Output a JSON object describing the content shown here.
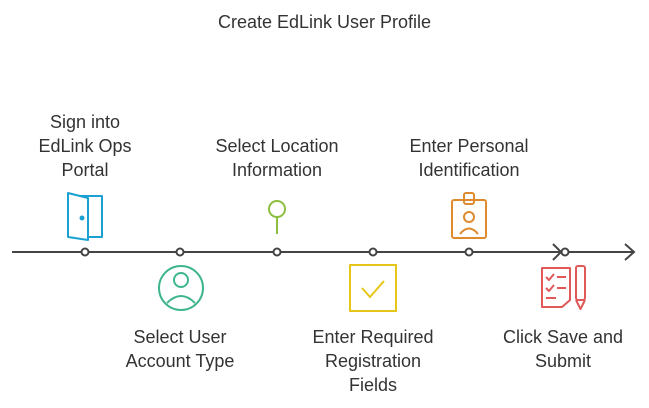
{
  "title": "Create EdLink User Profile",
  "steps": [
    {
      "label": "Sign into\nEdLink Ops\nPortal",
      "icon": "door-icon",
      "color": "#1aa1d1"
    },
    {
      "label": "Select User\nAccount Type",
      "icon": "user-icon",
      "color": "#3fb58f"
    },
    {
      "label": "Select Location\nInformation",
      "icon": "location-pin-icon",
      "color": "#8cbf3f"
    },
    {
      "label": "Enter Required\nRegistration\nFields",
      "icon": "checkbox-icon",
      "color": "#e5c619"
    },
    {
      "label": "Enter Personal\nIdentification",
      "icon": "id-badge-icon",
      "color": "#e08a2e"
    },
    {
      "label": "Click Save and\nSubmit",
      "icon": "checklist-pen-icon",
      "color": "#e05858"
    }
  ]
}
